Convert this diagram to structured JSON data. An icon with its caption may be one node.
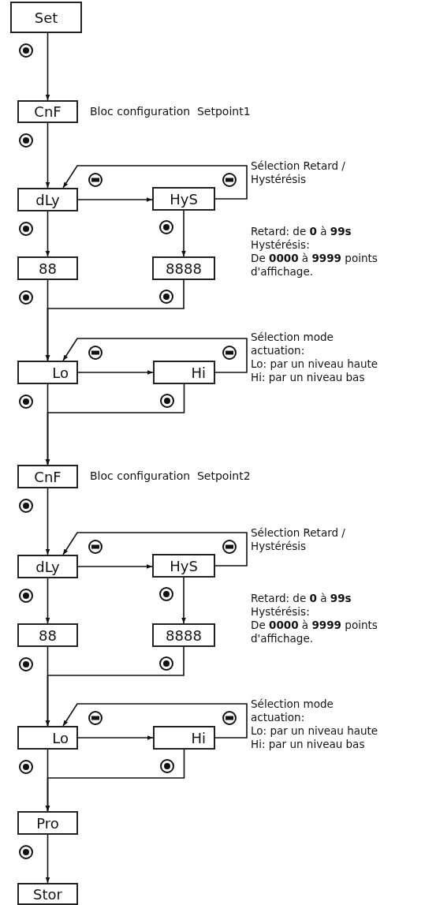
{
  "diagram": {
    "nodes": [
      {
        "text": [
          "Set"
        ]
      },
      {
        "text": [
          "CnF"
        ],
        "beside": [
          "Bloc configuration  Setpoint1"
        ]
      },
      {
        "text": [
          "dLy"
        ]
      },
      {
        "text": [
          "HyS"
        ]
      },
      {
        "text": [
          "88"
        ]
      },
      {
        "text": [
          "8888"
        ]
      },
      {
        "text": [
          "Lo"
        ]
      },
      {
        "text": [
          "Hi"
        ]
      },
      {
        "text": [
          "CnF"
        ],
        "beside": [
          "Bloc configuration  Setpoint2"
        ]
      },
      {
        "text": [
          "dLy"
        ]
      },
      {
        "text": [
          "HyS"
        ]
      },
      {
        "text": [
          "88"
        ]
      },
      {
        "text": [
          "8888"
        ]
      },
      {
        "text": [
          "Lo"
        ]
      },
      {
        "text": [
          "Hi"
        ]
      },
      {
        "text": [
          "Pro"
        ]
      },
      {
        "text": [
          "Stor"
        ]
      }
    ],
    "edges": [
      {
        "from": 0,
        "to": 1,
        "arrow": "to"
      },
      {
        "from": 1,
        "to": 2,
        "arrow": "to"
      },
      {
        "from": 2,
        "to": 3,
        "arrow": "to"
      },
      {
        "from": 3,
        "to": 2,
        "arrow": "to"
      },
      {
        "from": 2,
        "to": 4,
        "arrow": "to"
      },
      {
        "from": 3,
        "to": 5,
        "arrow": "to"
      },
      {
        "from": 4,
        "to": 6,
        "arrow": "to"
      },
      {
        "from": 5,
        "to": 6,
        "arrow": "to"
      },
      {
        "from": 6,
        "to": 7,
        "arrow": "to"
      },
      {
        "from": 7,
        "to": 6,
        "arrow": "to"
      },
      {
        "from": 6,
        "to": 8,
        "arrow": "to"
      },
      {
        "from": 7,
        "to": 8,
        "arrow": "to"
      },
      {
        "from": 8,
        "to": 9,
        "arrow": "to"
      },
      {
        "from": 9,
        "to": 10,
        "arrow": "to"
      },
      {
        "from": 10,
        "to": 9,
        "arrow": "to"
      },
      {
        "from": 9,
        "to": 11,
        "arrow": "to"
      },
      {
        "from": 10,
        "to": 12,
        "arrow": "to"
      },
      {
        "from": 11,
        "to": 13,
        "arrow": "to"
      },
      {
        "from": 12,
        "to": 13,
        "arrow": "to"
      },
      {
        "from": 13,
        "to": 14,
        "arrow": "to"
      },
      {
        "from": 14,
        "to": 13,
        "arrow": "to"
      },
      {
        "from": 13,
        "to": 15,
        "arrow": "to"
      },
      {
        "from": 14,
        "to": 15,
        "arrow": "to"
      },
      {
        "from": 15,
        "to": 16,
        "arrow": "to"
      }
    ],
    "labels": [
      "Sélection Retard / Hystérésis",
      "Retard: de **0** à **99s**",
      "Hystérésis:",
      "De **0000** à **9999** points d'affichage.",
      "Sélection mode actuation:",
      "Lo: par un niveau haute",
      "Hi: par un niveau bas",
      "Sélection Retard / Hystérésis",
      "Retard: de **0** à **99s**",
      "Hystérésis:",
      "De **0000** à **9999** points d'affichage.",
      "Sélection mode actuation:",
      "Lo: par un niveau haute",
      "Hi: par un niveau bas"
    ]
  }
}
